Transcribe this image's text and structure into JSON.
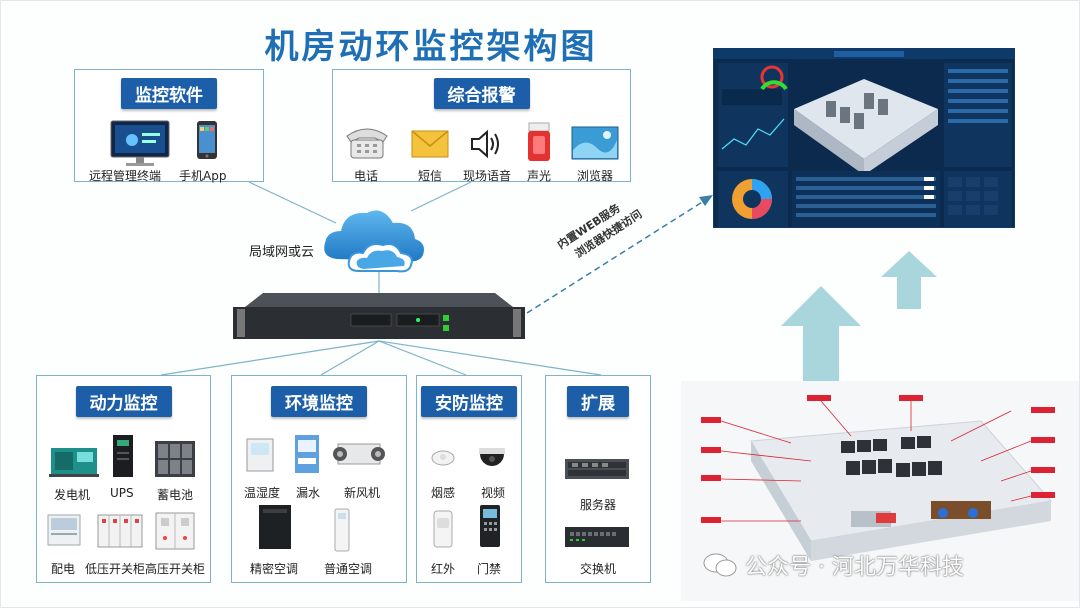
{
  "title": "机房动环监控架构图",
  "network_label": "局域网或云",
  "web_service": {
    "line1": "内置WEB服务",
    "line2": "浏览器快捷访问"
  },
  "software": {
    "header": "监控软件",
    "items": [
      {
        "label": "远程管理终端",
        "icon": "monitor-icon"
      },
      {
        "label": "手机App",
        "icon": "phone-icon"
      }
    ]
  },
  "alarm": {
    "header": "综合报警",
    "items": [
      {
        "label": "电话",
        "icon": "telephone-icon"
      },
      {
        "label": "短信",
        "icon": "envelope-icon"
      },
      {
        "label": "现场语音",
        "icon": "speaker-icon"
      },
      {
        "label": "声光",
        "icon": "strobe-alarm-icon"
      },
      {
        "label": "浏览器",
        "icon": "browser-icon"
      }
    ]
  },
  "power": {
    "header": "动力监控",
    "items": [
      {
        "label": "发电机",
        "icon": "generator-icon"
      },
      {
        "label": "UPS",
        "icon": "ups-icon"
      },
      {
        "label": "蓄电池",
        "icon": "battery-icon"
      },
      {
        "label": "配电",
        "icon": "distribution-cabinet-icon"
      },
      {
        "label": "低压开关柜",
        "icon": "low-voltage-switchgear-icon"
      },
      {
        "label": "高压开关柜",
        "icon": "high-voltage-switchgear-icon"
      }
    ]
  },
  "environment": {
    "header": "环境监控",
    "items": [
      {
        "label": "温湿度",
        "icon": "thermo-hygrometer-icon"
      },
      {
        "label": "漏水",
        "icon": "water-leak-sensor-icon"
      },
      {
        "label": "新风机",
        "icon": "fresh-air-unit-icon"
      },
      {
        "label": "精密空调",
        "icon": "precision-ac-icon"
      },
      {
        "label": "普通空调",
        "icon": "standard-ac-icon"
      }
    ]
  },
  "security": {
    "header": "安防监控",
    "items": [
      {
        "label": "烟感",
        "icon": "smoke-detector-icon"
      },
      {
        "label": "视频",
        "icon": "dome-camera-icon"
      },
      {
        "label": "红外",
        "icon": "infrared-sensor-icon"
      },
      {
        "label": "门禁",
        "icon": "access-control-icon"
      }
    ]
  },
  "expansion": {
    "header": "扩展",
    "items": [
      {
        "label": "服务器",
        "icon": "rack-server-icon"
      },
      {
        "label": "交换机",
        "icon": "network-switch-icon"
      }
    ]
  },
  "watermark": "公众号 · 河北万华科技",
  "colors": {
    "title": "#1f6fb6",
    "header_bg": "#1c5fa8",
    "box_border": "#7fb3c9",
    "arrow": "#a9d6dc"
  }
}
